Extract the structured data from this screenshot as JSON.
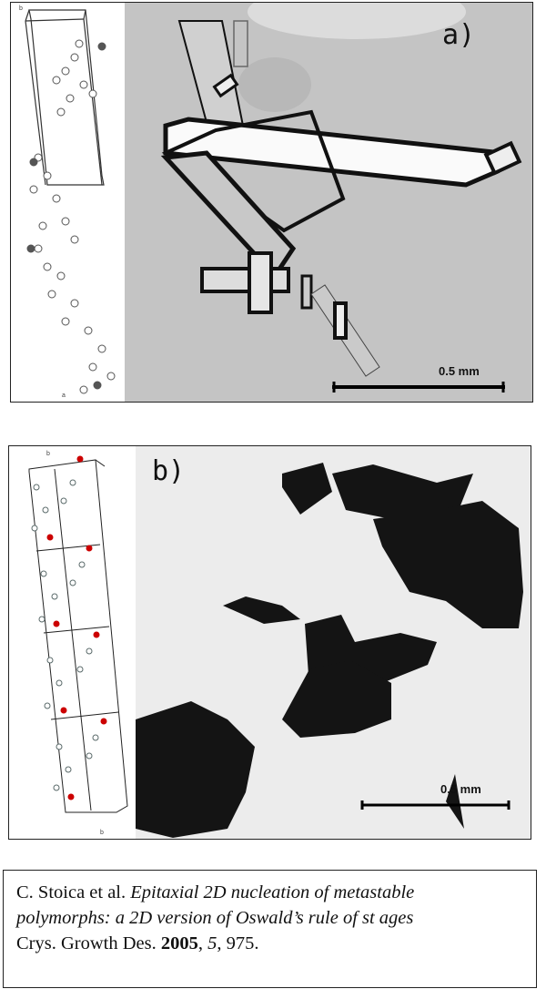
{
  "panel_a": {
    "label": "a)",
    "scale_bar": "0.5 mm",
    "axis_labels": [
      "b",
      "a"
    ]
  },
  "panel_b": {
    "label": "b)",
    "scale_bar": "0,5 mm",
    "axis_labels": [
      "b",
      "b"
    ]
  },
  "caption": {
    "authors": "C. Stoica et al.",
    "title_line1": "Epitaxial 2D nucleation of metastable",
    "title_line2": "polymorphs: a 2D version of Oswald’s rule of st ages",
    "journal": "Crys. Growth Des.",
    "year": "2005",
    "volume": "5",
    "pages": "975."
  }
}
